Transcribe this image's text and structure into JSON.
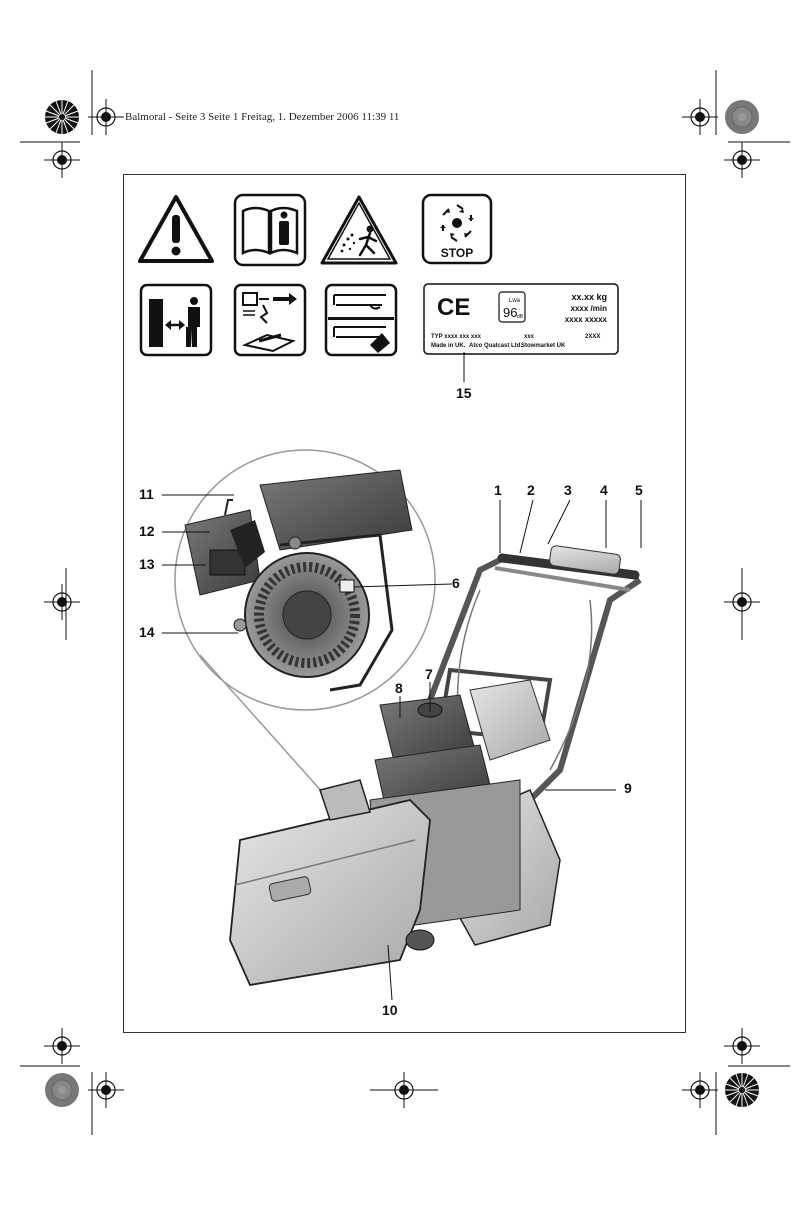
{
  "header": {
    "slug_line": "Balmoral - Seite 3  Seite 1  Freitag, 1. Dezember 2006  11:39 11"
  },
  "symbols": {
    "stop_label": "STOP"
  },
  "rating_plate": {
    "weight": "xx.xx kg",
    "speed": "xxxx  /min",
    "serial": "xxxx xxxxx",
    "type_line": "TYP xxxx xxx xxx",
    "type_mid": "xxx",
    "type_year": "2XXX",
    "made_in": "Made in UK.",
    "company": "Atco Qualcast Ltd.",
    "city": "Stowmarket UK",
    "sound_value": "96",
    "sound_unit": "dB",
    "sound_label": "Lwa",
    "ce_mark": "CE"
  },
  "callouts": {
    "c1": "1",
    "c2": "2",
    "c3": "3",
    "c4": "4",
    "c5": "5",
    "c6": "6",
    "c7": "7",
    "c8": "8",
    "c9": "9",
    "c10": "10",
    "c11": "11",
    "c12": "12",
    "c13": "13",
    "c14": "14",
    "c15": "15"
  },
  "icons": [
    "registration-mark-icon",
    "color-target-icon",
    "warning-triangle-icon",
    "read-manual-icon",
    "thrown-objects-icon",
    "rotating-blades-stop-icon",
    "keep-distance-icon",
    "disconnect-maintenance-icon",
    "hand-blade-warning-icon"
  ]
}
